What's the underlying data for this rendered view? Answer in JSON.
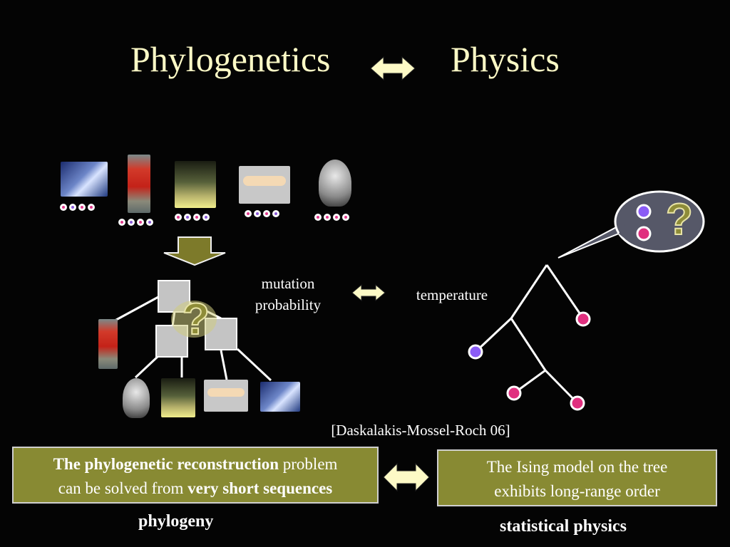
{
  "title": {
    "left": "Phylogenetics",
    "right": "Physics"
  },
  "middle": {
    "mutation_line1": "mutation",
    "mutation_line2": "probability",
    "temperature": "temperature"
  },
  "citation": "[Daskalakis-Mossel-Roch 06]",
  "left_box": {
    "bold1": "The phylogenetic reconstruction",
    "text1": " problem",
    "text2": "can be solved from ",
    "bold2": "very short sequences"
  },
  "right_box": {
    "line1": "The Ising model on the tree",
    "line2": "exhibits long-range order"
  },
  "captions": {
    "left": "phylogeny",
    "right": "statistical physics"
  },
  "question_mark": "?",
  "colors": {
    "title": "#fdfac6",
    "box": "#888a33",
    "pink": "#e0307f",
    "purple": "#8b5cf6",
    "arrow": "#fdfac6"
  },
  "species": [
    "jellyfish",
    "cardinal",
    "dinosaur-skeleton",
    "worm",
    "skull"
  ]
}
